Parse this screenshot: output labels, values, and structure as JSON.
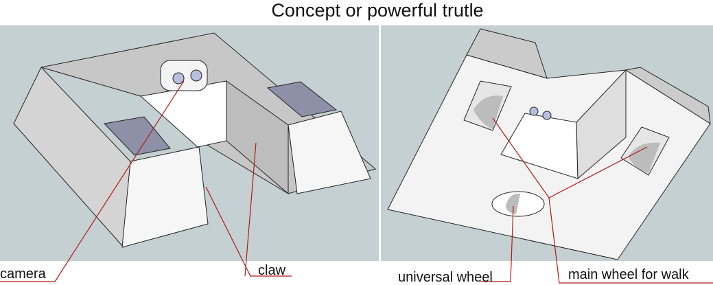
{
  "title": "Concept or powerful trutle",
  "labels": {
    "camera": "camera",
    "claw": "claw",
    "universal_wheel": "universal wheel",
    "main_wheel": "main wheel for walk"
  },
  "colors": {
    "background_panel": "#c5d0d2",
    "face_light": "#f2f2f2",
    "face_mid": "#d8d8d8",
    "face_dark": "#b5b5b5",
    "pad": "#8d90a6",
    "leader_line": "#b01818"
  }
}
